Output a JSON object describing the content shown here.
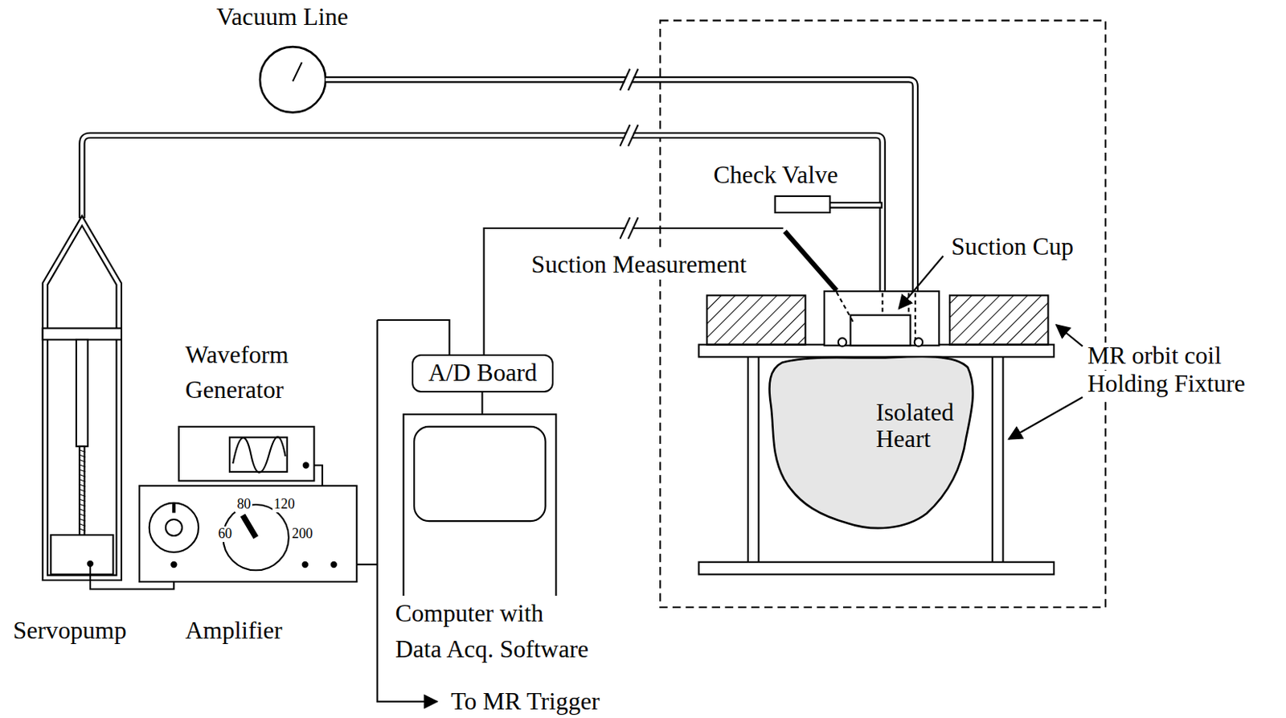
{
  "diagram": {
    "nodes": [
      {
        "text": [
          "A/D Board"
        ]
      },
      {
        "text": [
          "Isolated Heart"
        ]
      }
    ],
    "labels": [
      "Vacuum Line",
      "Check Valve",
      "Suction Cup",
      "Suction Measurement",
      "MR orbit coil",
      "Holding Fixture",
      "Waveform Generator",
      "Servopump",
      "Amplifier",
      "Computer with Data Acq. Software",
      "To MR Trigger",
      "80",
      "120",
      "60",
      "200"
    ]
  }
}
